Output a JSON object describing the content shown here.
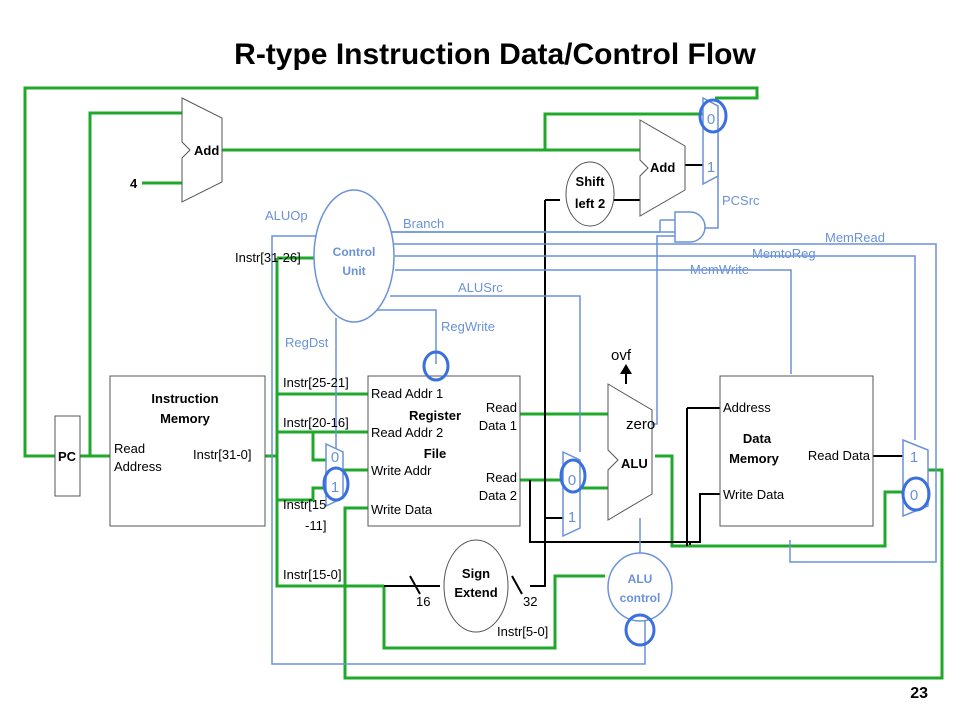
{
  "title": "R-type Instruction Data/Control Flow",
  "page_number": "23",
  "pc": {
    "label": "PC"
  },
  "adder_pc": {
    "label": "Add",
    "const_input": "4"
  },
  "adder_branch": {
    "label": "Add"
  },
  "shift_left": {
    "line1": "Shift",
    "line2": "left 2"
  },
  "control_unit": {
    "line1": "Control",
    "line2": "Unit"
  },
  "instruction_memory": {
    "line1": "Instruction",
    "line2": "Memory",
    "read_address_1": "Read",
    "read_address_2": "Address",
    "output": "Instr[31-0]"
  },
  "register_file": {
    "line1": "Register",
    "line2": "File",
    "read_addr1": "Read Addr 1",
    "read_addr2": "Read Addr 2",
    "write_addr": "Write Addr",
    "write_data": "Write Data",
    "read_data1_a": "Read",
    "read_data1_b": "Data 1",
    "read_data2_a": "Read",
    "read_data2_b": "Data 2"
  },
  "sign_extend": {
    "line1": "Sign",
    "line2": "Extend",
    "in_width": "16",
    "out_width": "32"
  },
  "alu": {
    "label": "ALU",
    "zero": "zero",
    "ovf": "ovf"
  },
  "alu_control": {
    "line1": "ALU",
    "line2": "control"
  },
  "data_memory": {
    "line1": "Data",
    "line2": "Memory",
    "address": "Address",
    "write_data": "Write Data",
    "read_data": "Read Data"
  },
  "instr_fields": {
    "op": "Instr[31-26]",
    "rs": "Instr[25-21]",
    "rt": "Instr[20-16]",
    "rd_a": "Instr[15",
    "rd_b": "-11]",
    "imm": "Instr[15-0]",
    "funct": "Instr[5-0]"
  },
  "control_signals": {
    "aluop": "ALUOp",
    "branch": "Branch",
    "memread": "MemRead",
    "memtoreg": "MemtoReg",
    "memwrite": "MemWrite",
    "alusrc": "ALUSrc",
    "regwrite": "RegWrite",
    "regdst": "RegDst",
    "pcsrc": "PCSrc"
  },
  "mux_labels": {
    "pc_mux_top": "0",
    "pc_mux_bottom": "1",
    "regdst_top": "0",
    "regdst_bottom": "1",
    "alusrc_top": "0",
    "alusrc_bottom": "1",
    "memtoreg_top": "1",
    "memtoreg_bottom": "0"
  },
  "colors": {
    "active_path": "#1fa82a",
    "control": "#6a92d8",
    "highlight": "#3a6fe0",
    "wire": "#000000"
  }
}
